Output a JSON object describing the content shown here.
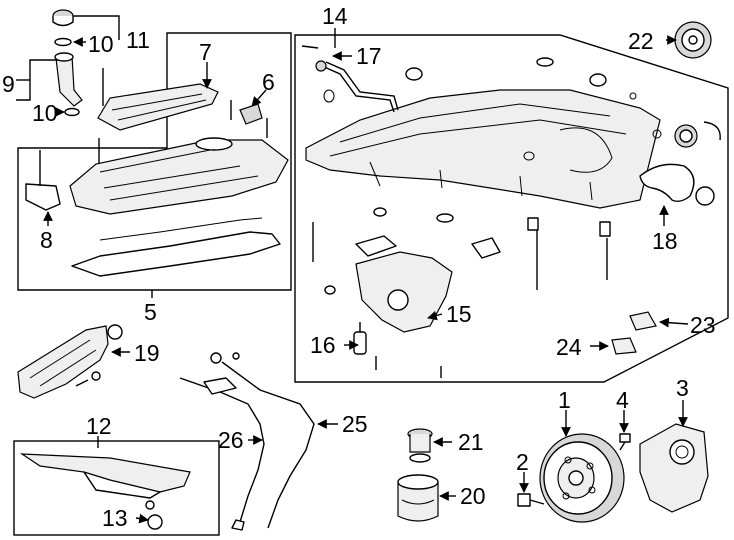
{
  "callouts": {
    "c1": "1",
    "c2": "2",
    "c3": "3",
    "c4": "4",
    "c5": "5",
    "c6": "6",
    "c7": "7",
    "c8": "8",
    "c9": "9",
    "c10a": "10",
    "c10b": "10",
    "c11": "11",
    "c12": "12",
    "c13": "13",
    "c14": "14",
    "c15": "15",
    "c16": "16",
    "c17": "17",
    "c18": "18",
    "c19": "19",
    "c20": "20",
    "c21": "21",
    "c22": "22",
    "c23": "23",
    "c24": "24",
    "c25": "25",
    "c26": "26"
  }
}
